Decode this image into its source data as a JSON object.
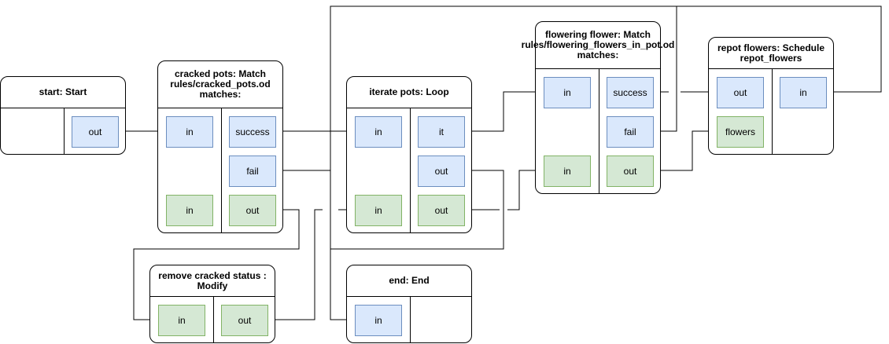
{
  "colors": {
    "exec_fill": "#dae8fc",
    "exec_stroke": "#6c8ebf",
    "data_fill": "#d5e8d4",
    "data_stroke": "#82b366",
    "line": "#000000",
    "background": "#ffffff"
  },
  "nodes": {
    "start": {
      "title": "start: Start",
      "ports": {
        "out": "out"
      }
    },
    "cracked_pots": {
      "title": "cracked pots: Match rules/cracked_pots.od matches:",
      "ports": {
        "in_exec": "in",
        "in_data": "in",
        "success": "success",
        "fail": "fail",
        "out": "out"
      }
    },
    "iterate_pots": {
      "title": "iterate pots: Loop",
      "ports": {
        "in_exec": "in",
        "in_data": "in",
        "it": "it",
        "out_exec": "out",
        "out_data": "out"
      }
    },
    "flowering_flower": {
      "title": "flowering flower: Match rules/flowering_flowers_in_pot.od matches:",
      "ports": {
        "in_exec": "in",
        "in_data": "in",
        "success": "success",
        "fail": "fail",
        "out": "out"
      }
    },
    "repot_flowers": {
      "title": "repot flowers: Schedule repot_flowers",
      "ports": {
        "out": "out",
        "flowers": "flowers",
        "in": "in"
      }
    },
    "remove_cracked": {
      "title": "remove cracked status : Modify",
      "ports": {
        "in": "in",
        "out": "out"
      }
    },
    "end": {
      "title": "end: End",
      "ports": {
        "in": "in"
      }
    }
  }
}
